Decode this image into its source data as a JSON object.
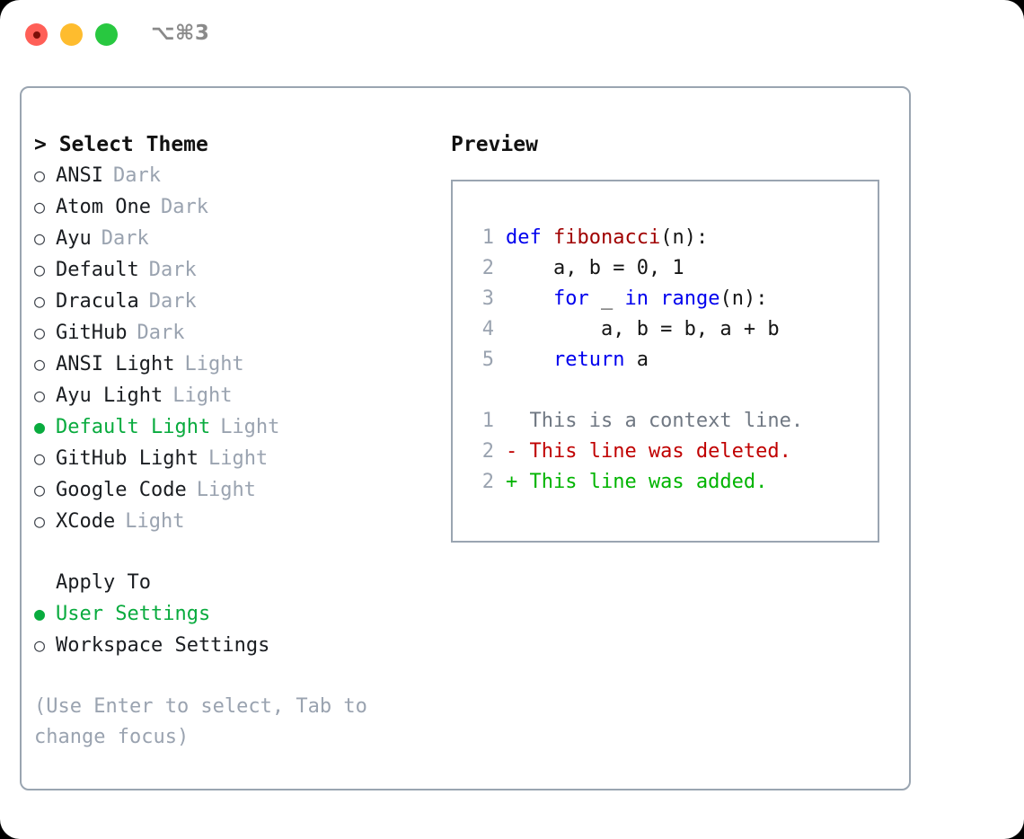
{
  "window": {
    "shortcut": "⌥⌘3",
    "traffic_lights": [
      {
        "name": "close",
        "color": "#ff5f57"
      },
      {
        "name": "minimize",
        "color": "#febc2e"
      },
      {
        "name": "zoom",
        "color": "#28c840"
      }
    ],
    "accent_green": "#09ab3e",
    "border_color": "#9aa5b1",
    "muted_color": "#9aa3b0"
  },
  "theme_list": {
    "title": "> Select Theme",
    "options": [
      {
        "marker": "○",
        "name": "ANSI",
        "tag": "Dark",
        "selected": false
      },
      {
        "marker": "○",
        "name": "Atom One",
        "tag": "Dark",
        "selected": false
      },
      {
        "marker": "○",
        "name": "Ayu",
        "tag": "Dark",
        "selected": false
      },
      {
        "marker": "○",
        "name": "Default",
        "tag": "Dark",
        "selected": false
      },
      {
        "marker": "○",
        "name": "Dracula",
        "tag": "Dark",
        "selected": false
      },
      {
        "marker": "○",
        "name": "GitHub",
        "tag": "Dark",
        "selected": false
      },
      {
        "marker": "○",
        "name": "ANSI Light",
        "tag": "Light",
        "selected": false
      },
      {
        "marker": "○",
        "name": "Ayu Light",
        "tag": "Light",
        "selected": false
      },
      {
        "marker": "●",
        "name": "Default Light",
        "tag": "Light",
        "selected": true
      },
      {
        "marker": "○",
        "name": "GitHub Light",
        "tag": "Light",
        "selected": false
      },
      {
        "marker": "○",
        "name": "Google Code",
        "tag": "Light",
        "selected": false
      },
      {
        "marker": "○",
        "name": "XCode",
        "tag": "Light",
        "selected": false
      }
    ]
  },
  "apply_to": {
    "title": "Apply To",
    "options": [
      {
        "marker": "●",
        "name": "User Settings",
        "selected": true
      },
      {
        "marker": "○",
        "name": "Workspace Settings",
        "selected": false
      }
    ]
  },
  "hint": "(Use Enter to select, Tab to change focus)",
  "preview": {
    "title": "Preview",
    "code_lines": [
      {
        "number": "1",
        "tokens": [
          {
            "text": "def ",
            "style": "kw"
          },
          {
            "text": "fibonacci",
            "style": "fn"
          },
          {
            "text": "(n):",
            "style": "pln"
          }
        ]
      },
      {
        "number": "2",
        "tokens": [
          {
            "text": "    a, b = 0, 1",
            "style": "pln"
          }
        ]
      },
      {
        "number": "3",
        "tokens": [
          {
            "text": "    ",
            "style": "pln"
          },
          {
            "text": "for",
            "style": "kw"
          },
          {
            "text": " _ ",
            "style": "pln"
          },
          {
            "text": "in",
            "style": "kw"
          },
          {
            "text": " ",
            "style": "pln"
          },
          {
            "text": "range",
            "style": "kw"
          },
          {
            "text": "(n):",
            "style": "pln"
          }
        ]
      },
      {
        "number": "4",
        "tokens": [
          {
            "text": "        a, b = b, a + b",
            "style": "pln"
          }
        ]
      },
      {
        "number": "5",
        "tokens": [
          {
            "text": "    ",
            "style": "pln"
          },
          {
            "text": "return",
            "style": "kw"
          },
          {
            "text": " a",
            "style": "pln"
          }
        ]
      }
    ],
    "diff_lines": [
      {
        "number": "1",
        "kind": "context",
        "text": "  This is a context line."
      },
      {
        "number": "2",
        "kind": "deleted",
        "text": "- This line was deleted."
      },
      {
        "number": "2",
        "kind": "added",
        "text": "+ This line was added."
      }
    ]
  }
}
